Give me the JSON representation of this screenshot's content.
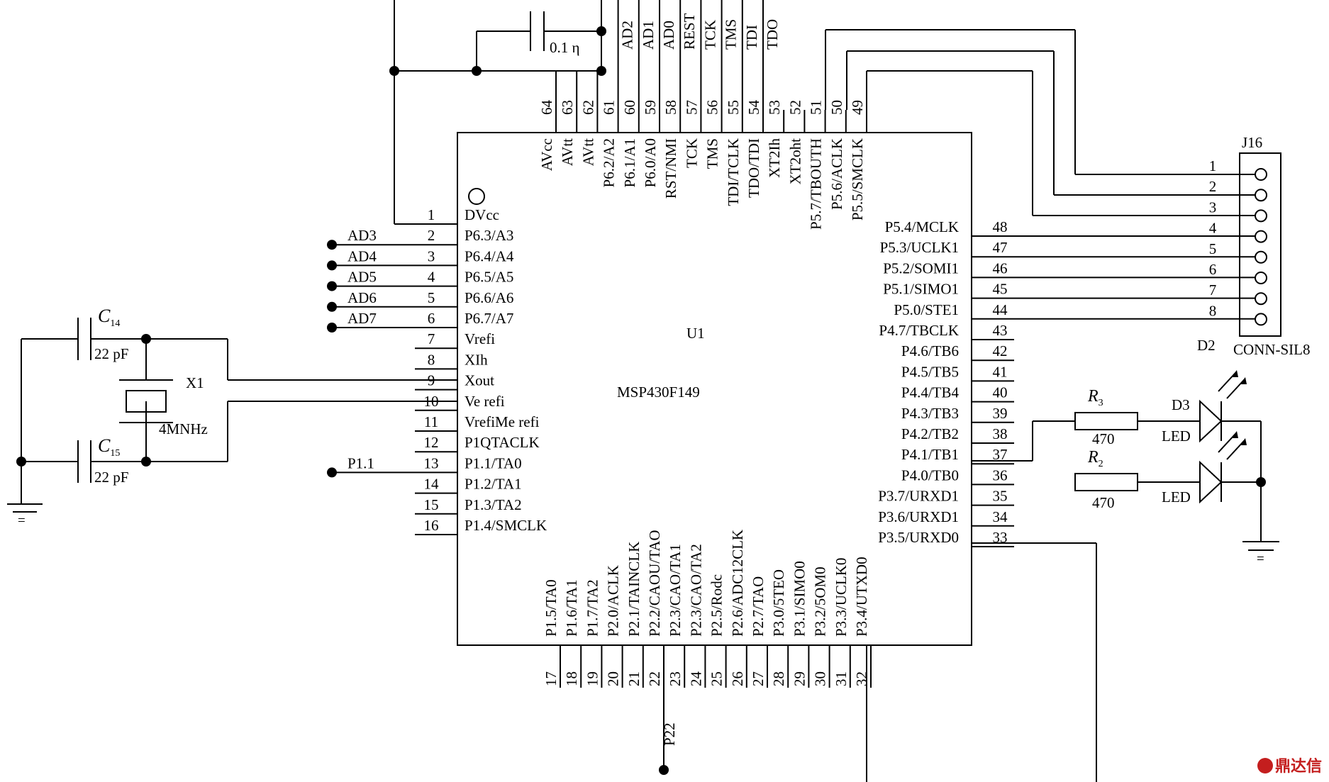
{
  "chip": {
    "ref": "U1",
    "part": "MSP430F149",
    "left_pins": [
      {
        "num": "1",
        "name": "DVcc"
      },
      {
        "num": "2",
        "name": "P6.3/A3",
        "net": "AD3"
      },
      {
        "num": "3",
        "name": "P6.4/A4",
        "net": "AD4"
      },
      {
        "num": "4",
        "name": "P6.5/A5",
        "net": "AD5"
      },
      {
        "num": "5",
        "name": "P6.6/A6",
        "net": "AD6"
      },
      {
        "num": "6",
        "name": "P6.7/A7",
        "net": "AD7"
      },
      {
        "num": "7",
        "name": "Vrefi"
      },
      {
        "num": "8",
        "name": "XIh"
      },
      {
        "num": "9",
        "name": "Xout"
      },
      {
        "num": "10",
        "name": "Ve refi"
      },
      {
        "num": "11",
        "name": "VrefiMe refi"
      },
      {
        "num": "12",
        "name": "P1QTACLK"
      },
      {
        "num": "13",
        "name": "P1.1/TA0",
        "net": "P1.1"
      },
      {
        "num": "14",
        "name": "P1.2/TA1"
      },
      {
        "num": "15",
        "name": "P1.3/TA2"
      },
      {
        "num": "16",
        "name": "P1.4/SMCLK"
      }
    ],
    "right_pins": [
      {
        "num": "48",
        "name": "P5.4/MCLK"
      },
      {
        "num": "47",
        "name": "P5.3/UCLK1"
      },
      {
        "num": "46",
        "name": "P5.2/SOMI1"
      },
      {
        "num": "45",
        "name": "P5.1/SIMO1"
      },
      {
        "num": "44",
        "name": "P5.0/STE1"
      },
      {
        "num": "43",
        "name": "P4.7/TBCLK"
      },
      {
        "num": "42",
        "name": "P4.6/TB6"
      },
      {
        "num": "41",
        "name": "P4.5/TB5"
      },
      {
        "num": "40",
        "name": "P4.4/TB4"
      },
      {
        "num": "39",
        "name": "P4.3/TB3"
      },
      {
        "num": "38",
        "name": "P4.2/TB2"
      },
      {
        "num": "37",
        "name": "P4.1/TB1"
      },
      {
        "num": "36",
        "name": "P4.0/TB0"
      },
      {
        "num": "35",
        "name": "P3.7/URXD1"
      },
      {
        "num": "34",
        "name": "P3.6/URXD1"
      },
      {
        "num": "33",
        "name": "P3.5/URXD0"
      }
    ],
    "top_pins": [
      {
        "num": "64",
        "name": "AVcc"
      },
      {
        "num": "63",
        "name": "AVtt"
      },
      {
        "num": "62",
        "name": "AVtt"
      },
      {
        "num": "61",
        "name": "P6.2/A2",
        "net": "AD2"
      },
      {
        "num": "60",
        "name": "P6.1/A1",
        "net": "AD1"
      },
      {
        "num": "59",
        "name": "P6.0/A0",
        "net": "AD0"
      },
      {
        "num": "58",
        "name": "RST/NMI",
        "net": "REST"
      },
      {
        "num": "57",
        "name": "TCK",
        "net": "TCK"
      },
      {
        "num": "56",
        "name": "TMS",
        "net": "TMS"
      },
      {
        "num": "55",
        "name": "TDI/TCLK",
        "net": "TDI"
      },
      {
        "num": "54",
        "name": "TDO/TDI",
        "net": "TDO"
      },
      {
        "num": "53",
        "name": "XT2Ih"
      },
      {
        "num": "52",
        "name": "XT2oht"
      },
      {
        "num": "51",
        "name": "P5.7/TBOUTH"
      },
      {
        "num": "50",
        "name": "P5.6/ACLK"
      },
      {
        "num": "49",
        "name": "P5.5/SMCLK"
      }
    ],
    "bottom_pins": [
      {
        "num": "17",
        "name": "P1.5/TA0"
      },
      {
        "num": "18",
        "name": "P1.6/TA1"
      },
      {
        "num": "19",
        "name": "P1.7/TA2"
      },
      {
        "num": "20",
        "name": "P2.0/ACLK"
      },
      {
        "num": "21",
        "name": "P2.1/TAINCLK"
      },
      {
        "num": "22",
        "name": "P2.2/CAOU/TAO"
      },
      {
        "num": "23",
        "name": "P2.3/CAO/TA1",
        "net": "P22"
      },
      {
        "num": "24",
        "name": "P2.3/CAO/TA2"
      },
      {
        "num": "25",
        "name": "P2.5/Rodc"
      },
      {
        "num": "26",
        "name": "P2.6/ADC12CLK"
      },
      {
        "num": "27",
        "name": "P2.7/TAO"
      },
      {
        "num": "28",
        "name": "P3.0/5TEO"
      },
      {
        "num": "29",
        "name": "P3.1/SIMO0"
      },
      {
        "num": "30",
        "name": "P3.2/5OM0"
      },
      {
        "num": "31",
        "name": "P3.3/UCLK0"
      },
      {
        "num": "32",
        "name": "P3.4/UTXD0"
      }
    ]
  },
  "top_cap": {
    "value": "0.1 η"
  },
  "crystal": {
    "ref": "X1",
    "value": "4MNHz",
    "c14": {
      "ref": "C",
      "sub": "14",
      "value": "22 pF"
    },
    "c15": {
      "ref": "C",
      "sub": "15",
      "value": "22 pF"
    }
  },
  "connector": {
    "ref": "J16",
    "part": "CONN-SIL8",
    "pins": [
      "1",
      "2",
      "3",
      "4",
      "5",
      "6",
      "7",
      "8"
    ]
  },
  "leds": {
    "d2_label": "D2",
    "d3_label": "D3",
    "r3": {
      "ref": "R",
      "sub": "3",
      "value": "470"
    },
    "r2": {
      "ref": "R",
      "sub": "2",
      "value": "470"
    },
    "led_label": "LED"
  },
  "ground_mark": "=",
  "watermark": "鼎达信"
}
